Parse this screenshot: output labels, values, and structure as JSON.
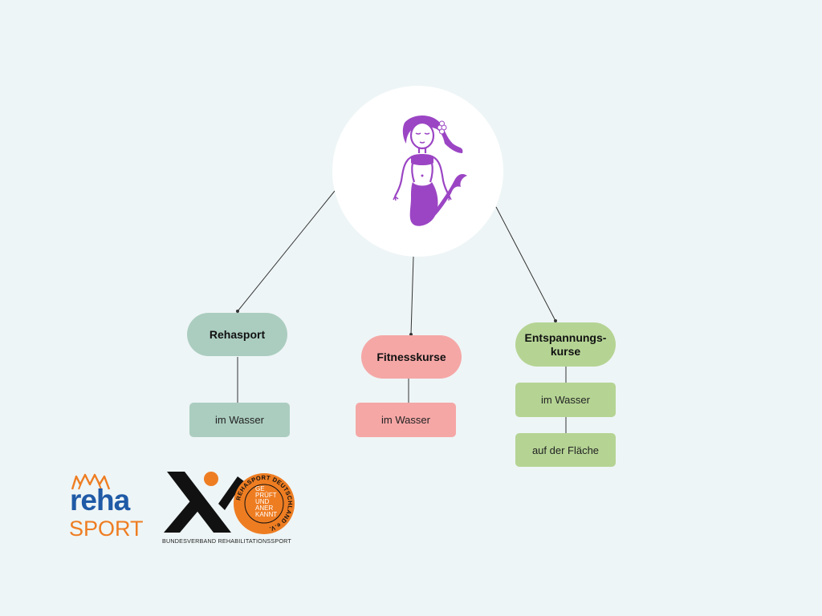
{
  "center": {
    "icon": "mermaid-icon"
  },
  "branches": [
    {
      "label": "Rehasport",
      "items": [
        "im Wasser"
      ]
    },
    {
      "label": "Fitnesskurse",
      "items": [
        "im Wasser"
      ]
    },
    {
      "label_line1": "Entspannungs-",
      "label_line2": "kurse",
      "items": [
        "im Wasser",
        "auf der Fläche"
      ]
    }
  ],
  "logos": {
    "reha_sport": {
      "word1": "reha",
      "word2": "SPORT"
    },
    "bvr": {
      "caption": "BUNDESVERBAND REHABILITATIONSSPORT",
      "seal_ring_text": "REHASPORT DEUTSCHLAND e.V.",
      "seal_lines": [
        "GE",
        "PRÜFT",
        "UND",
        "ANER",
        "KANNT"
      ]
    }
  },
  "colors": {
    "background": "#eef5f6",
    "rehasport": "#abcdc0",
    "fitness": "#f5a7a6",
    "entspannung": "#b5d494",
    "mermaid": "#9b45c4",
    "reha_blue": "#1f5aa6",
    "sport_orange": "#ee7d22"
  }
}
